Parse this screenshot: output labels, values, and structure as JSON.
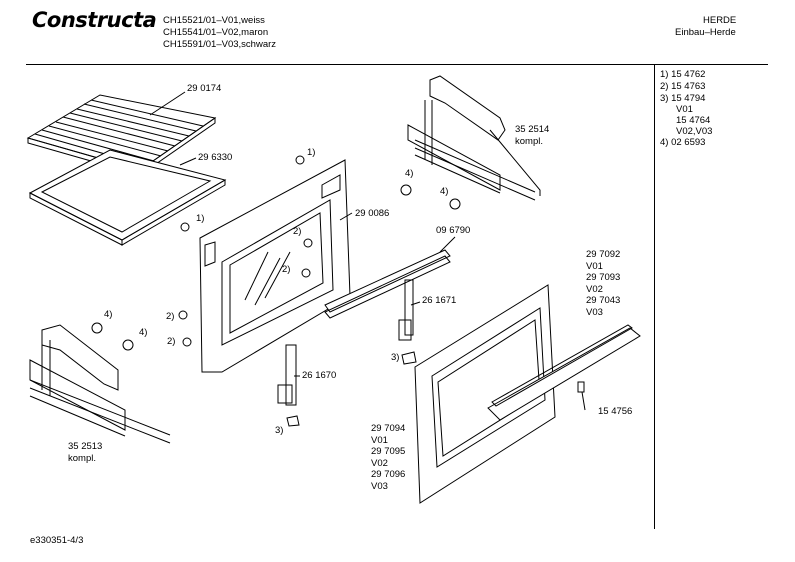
{
  "header": {
    "brand": "Constructa",
    "models": [
      "CH15521/01–V01,weiss",
      "CH15541/01–V02,maron",
      "CH15591/01–V03,schwarz"
    ],
    "category": "HERDE",
    "subcategory": "Einbau–Herde"
  },
  "footnotes": [
    "1) 15 4762",
    "2) 15 4763",
    "3) 15 4794",
    "V01",
    "15 4764",
    "V02,V03",
    "4) 02 6593"
  ],
  "labels": {
    "grid_shelf": "29 0174",
    "baking_tray": "29 6330",
    "rail_right_part": "35 2514",
    "rail_right_kompl": "kompl.",
    "oven_frame": "29 0086",
    "handle_strip": "09 6790",
    "hinge_right": "26 1671",
    "hinge_left": "26 1670",
    "rail_left_part": "35 2513",
    "rail_left_kompl": "kompl.",
    "door_right_1": "29 7092",
    "door_right_1_v": "V01",
    "door_right_2": "29 7093",
    "door_right_2_v": "V02",
    "door_right_3": "29 7043",
    "door_right_3_v": "V03",
    "door_left_1": "29 7094",
    "door_left_1_v": "V01",
    "door_left_2": "29 7095",
    "door_left_2_v": "V02",
    "door_left_3": "29 7096",
    "door_left_3_v": "V03",
    "clip": "15 4756",
    "callout_1": "1)",
    "callout_2": "2)",
    "callout_3": "3)",
    "callout_4": "4)"
  },
  "footer": "e330351-4/3"
}
